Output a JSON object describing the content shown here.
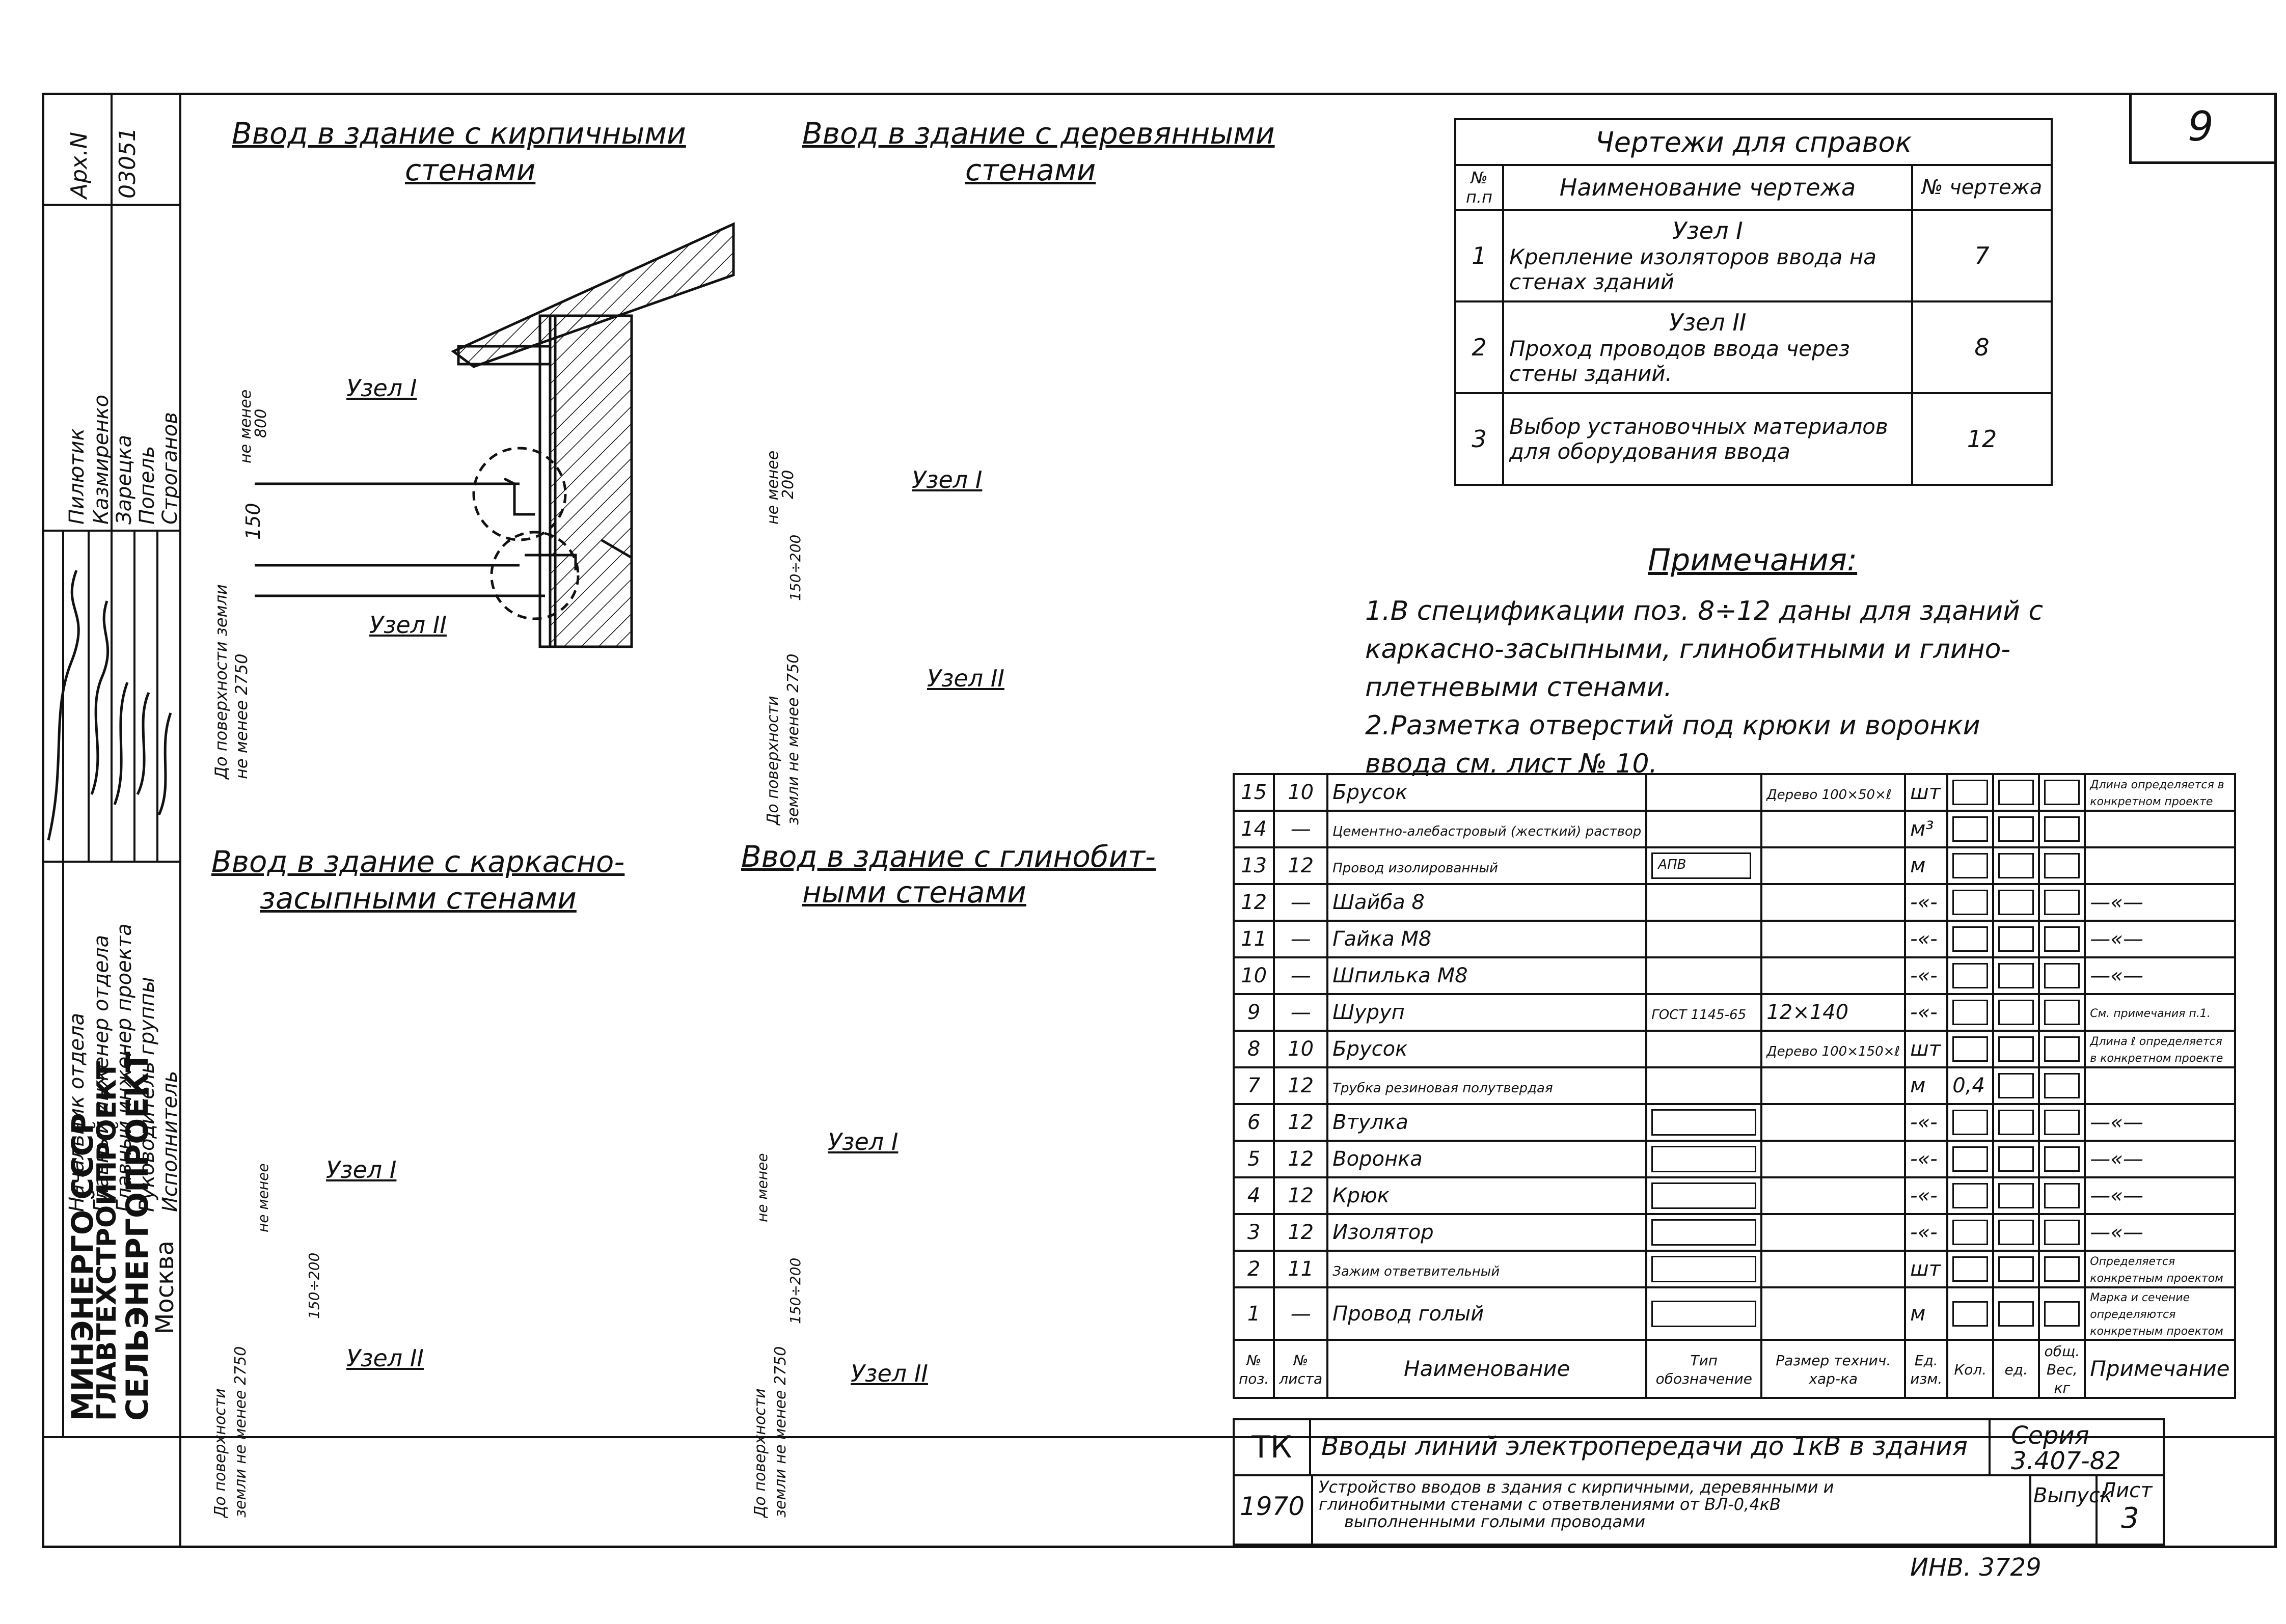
{
  "sheet_number": "9",
  "archive": {
    "label": "Арх.N",
    "number": "03051"
  },
  "stamp": {
    "org_lines": [
      "МИНЭНЕРГО СССР",
      "ГЛАВТЕХСТРОЙПРОЕКТ",
      "СЕЛЬЭНЕРГОПРОЕКТ",
      "Москва"
    ],
    "roles": [
      "Начальник отдела",
      "Главный инженер отдела",
      "Главный инженер проекта",
      "Руководитель группы",
      "Исполнитель"
    ],
    "names": [
      "Пилютик",
      "Казмиренко",
      "Зарецка",
      "Попель",
      "Строганов"
    ]
  },
  "drawings": {
    "brick_title_1": "Ввод в здание с кирпичными",
    "brick_title_2": "стенами",
    "wood_title_1": "Ввод в здание с деревянными",
    "wood_title_2": "стенами",
    "frame_title_1": "Ввод в здание с каркасно-",
    "frame_title_2": "засыпными стенами",
    "clay_title_1": "Ввод в здание с глинобит-",
    "clay_title_2": "ными стенами",
    "node1": "Узел I",
    "node2": "Узел II",
    "not_less": "не менее",
    "dim_800": "800",
    "dim_150": "150",
    "dim_200": "200",
    "dim_150_200": "150÷200",
    "ground_1": "До поверхности земли",
    "ground_2": "не менее 2750",
    "ground_alt_1": "До поверхности",
    "ground_alt_2": "земли не менее 2750"
  },
  "ref_table": {
    "title": "Чертежи для справок",
    "headers": [
      "№ п.п",
      "Наименование чертежа",
      "№ чертежа"
    ],
    "rows": [
      {
        "n": "1",
        "name1": "Узел I",
        "name2": "Крепление изоляторов ввода на стенах зданий",
        "sheet": "7"
      },
      {
        "n": "2",
        "name1": "Узел II",
        "name2": "Проход проводов ввода через стены зданий.",
        "sheet": "8"
      },
      {
        "n": "3",
        "name1": "",
        "name2": "Выбор установочных материалов для оборудования ввода",
        "sheet": "12"
      }
    ]
  },
  "notes": {
    "title": "Примечания:",
    "lines": [
      "1.В спецификации поз. 8÷12 даны для зданий с",
      "каркасно-засыпными, глинобитными и глино-",
      "плетневыми стенами.",
      "2.Разметка отверстий под крюки и воронки",
      "ввода см. лист № 10."
    ]
  },
  "spec": {
    "headers": [
      "№ поз.",
      "№ листа",
      "Наименование",
      "Тип обозначение",
      "Размер технич. хар-ка",
      "Ед. изм.",
      "Кол.",
      "ед.",
      "общ.",
      "Вес, кг",
      "Примечание"
    ],
    "rows": [
      {
        "pos": "15",
        "sheet": "10",
        "name": "Брусок",
        "type": "",
        "size": "Дерево 100×50×ℓ",
        "unit": "шт",
        "note": "Длина определяется в конкретном проекте"
      },
      {
        "pos": "14",
        "sheet": "—",
        "name": "Цементно-алебастровый (жесткий) раствор",
        "type": "",
        "size": "",
        "unit": "м³",
        "note": ""
      },
      {
        "pos": "13",
        "sheet": "12",
        "name": "Провод изолированный",
        "type": "АПВ",
        "size": "",
        "unit": "м",
        "note": ""
      },
      {
        "pos": "12",
        "sheet": "—",
        "name": "Шайба 8",
        "type": "",
        "size": "",
        "unit": "-«-",
        "note": "—«—"
      },
      {
        "pos": "11",
        "sheet": "—",
        "name": "Гайка М8",
        "type": "",
        "size": "",
        "unit": "-«-",
        "note": "—«—"
      },
      {
        "pos": "10",
        "sheet": "—",
        "name": "Шпилька М8",
        "type": "",
        "size": "",
        "unit": "-«-",
        "note": "—«—"
      },
      {
        "pos": "9",
        "sheet": "—",
        "name": "Шуруп",
        "type": "ГОСТ 1145-65",
        "size": "12×140",
        "unit": "-«-",
        "note": "См. примечания п.1."
      },
      {
        "pos": "8",
        "sheet": "10",
        "name": "Брусок",
        "type": "",
        "size": "Дерево 100×150×ℓ",
        "unit": "шт",
        "note": "Длина ℓ определяется в конкретном проекте"
      },
      {
        "pos": "7",
        "sheet": "12",
        "name": "Трубка резиновая полутвердая",
        "type": "",
        "size": "",
        "unit": "м",
        "qty": "0,4",
        "note": ""
      },
      {
        "pos": "6",
        "sheet": "12",
        "name": "Втулка",
        "type": "",
        "size": "",
        "unit": "-«-",
        "note": "—«—"
      },
      {
        "pos": "5",
        "sheet": "12",
        "name": "Воронка",
        "type": "",
        "size": "",
        "unit": "-«-",
        "note": "—«—"
      },
      {
        "pos": "4",
        "sheet": "12",
        "name": "Крюк",
        "type": "",
        "size": "",
        "unit": "-«-",
        "note": "—«—"
      },
      {
        "pos": "3",
        "sheet": "12",
        "name": "Изолятор",
        "type": "",
        "size": "",
        "unit": "-«-",
        "note": "—«—"
      },
      {
        "pos": "2",
        "sheet": "11",
        "name": "Зажим ответвительный",
        "type": "",
        "size": "",
        "unit": "шт",
        "note": "Определяется конкретным проектом"
      },
      {
        "pos": "1",
        "sheet": "—",
        "name": "Провод голый",
        "type": "",
        "size": "",
        "unit": "м",
        "note": "Марка и сечение определяются конкретным проектом"
      }
    ]
  },
  "title_block": {
    "code": "ТК",
    "title": "Вводы линий электропередачи до 1кВ в здания",
    "series_label": "Серия",
    "series": "3.407-82",
    "year": "1970",
    "desc_1": "Устройство вводов в здания с кирпичными, деревянными и",
    "desc_2": "глинобитными стенами с ответвлениями от ВЛ-0,4кВ",
    "desc_3": "выполненными голыми проводами",
    "issue_label": "Выпуск",
    "sheet_label": "Лист",
    "sheet": "3"
  },
  "inv": "ИНВ. 3729"
}
